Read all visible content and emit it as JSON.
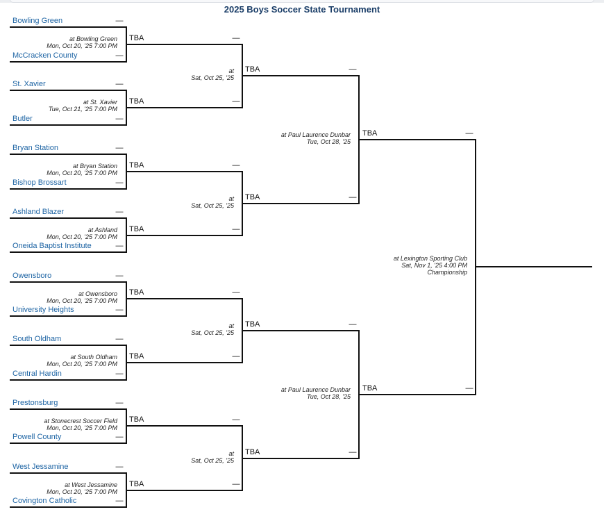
{
  "title": "2025 Boys Soccer State Tournament",
  "score_placeholder": "—",
  "tba": "TBA",
  "round1": [
    {
      "top": "Bowling Green",
      "bottom": "McCracken County",
      "venue": "at Bowling Green",
      "date": "Mon, Oct 20, '25 7:00 PM"
    },
    {
      "top": "St. Xavier",
      "bottom": "Butler",
      "venue": "at St. Xavier",
      "date": "Tue, Oct 21, '25 7:00 PM"
    },
    {
      "top": "Bryan Station",
      "bottom": "Bishop Brossart",
      "venue": "at Bryan Station",
      "date": "Mon, Oct 20, '25 7:00 PM"
    },
    {
      "top": "Ashland Blazer",
      "bottom": "Oneida Baptist Institute",
      "venue": "at Ashland",
      "date": "Mon, Oct 20, '25 7:00 PM"
    },
    {
      "top": "Owensboro",
      "bottom": "University Heights",
      "venue": "at Owensboro",
      "date": "Mon, Oct 20, '25 7:00 PM"
    },
    {
      "top": "South Oldham",
      "bottom": "Central Hardin",
      "venue": "at South Oldham",
      "date": "Mon, Oct 20, '25 7:00 PM"
    },
    {
      "top": "Prestonsburg",
      "bottom": "Powell County",
      "venue": "at Stonecrest Soccer Field",
      "date": "Mon, Oct 20, '25 7:00 PM"
    },
    {
      "top": "West Jessamine",
      "bottom": "Covington Catholic",
      "venue": "at West Jessamine",
      "date": "Mon, Oct 20, '25 7:00 PM"
    }
  ],
  "round2": [
    {
      "venue": "at",
      "date": "Sat, Oct 25, '25"
    },
    {
      "venue": "at",
      "date": "Sat, Oct 25, '25"
    },
    {
      "venue": "at",
      "date": "Sat, Oct 25, '25"
    },
    {
      "venue": "at",
      "date": "Sat, Oct 25, '25"
    }
  ],
  "semis": [
    {
      "venue": "at Paul Laurence Dunbar",
      "date": "Tue, Oct 28, '25"
    },
    {
      "venue": "at Paul Laurence Dunbar",
      "date": "Tue, Oct 28, '25"
    }
  ],
  "final": {
    "venue": "at Lexington Sporting Club",
    "date": "Sat, Nov 1, '25 4:00 PM",
    "label": "Championship"
  }
}
